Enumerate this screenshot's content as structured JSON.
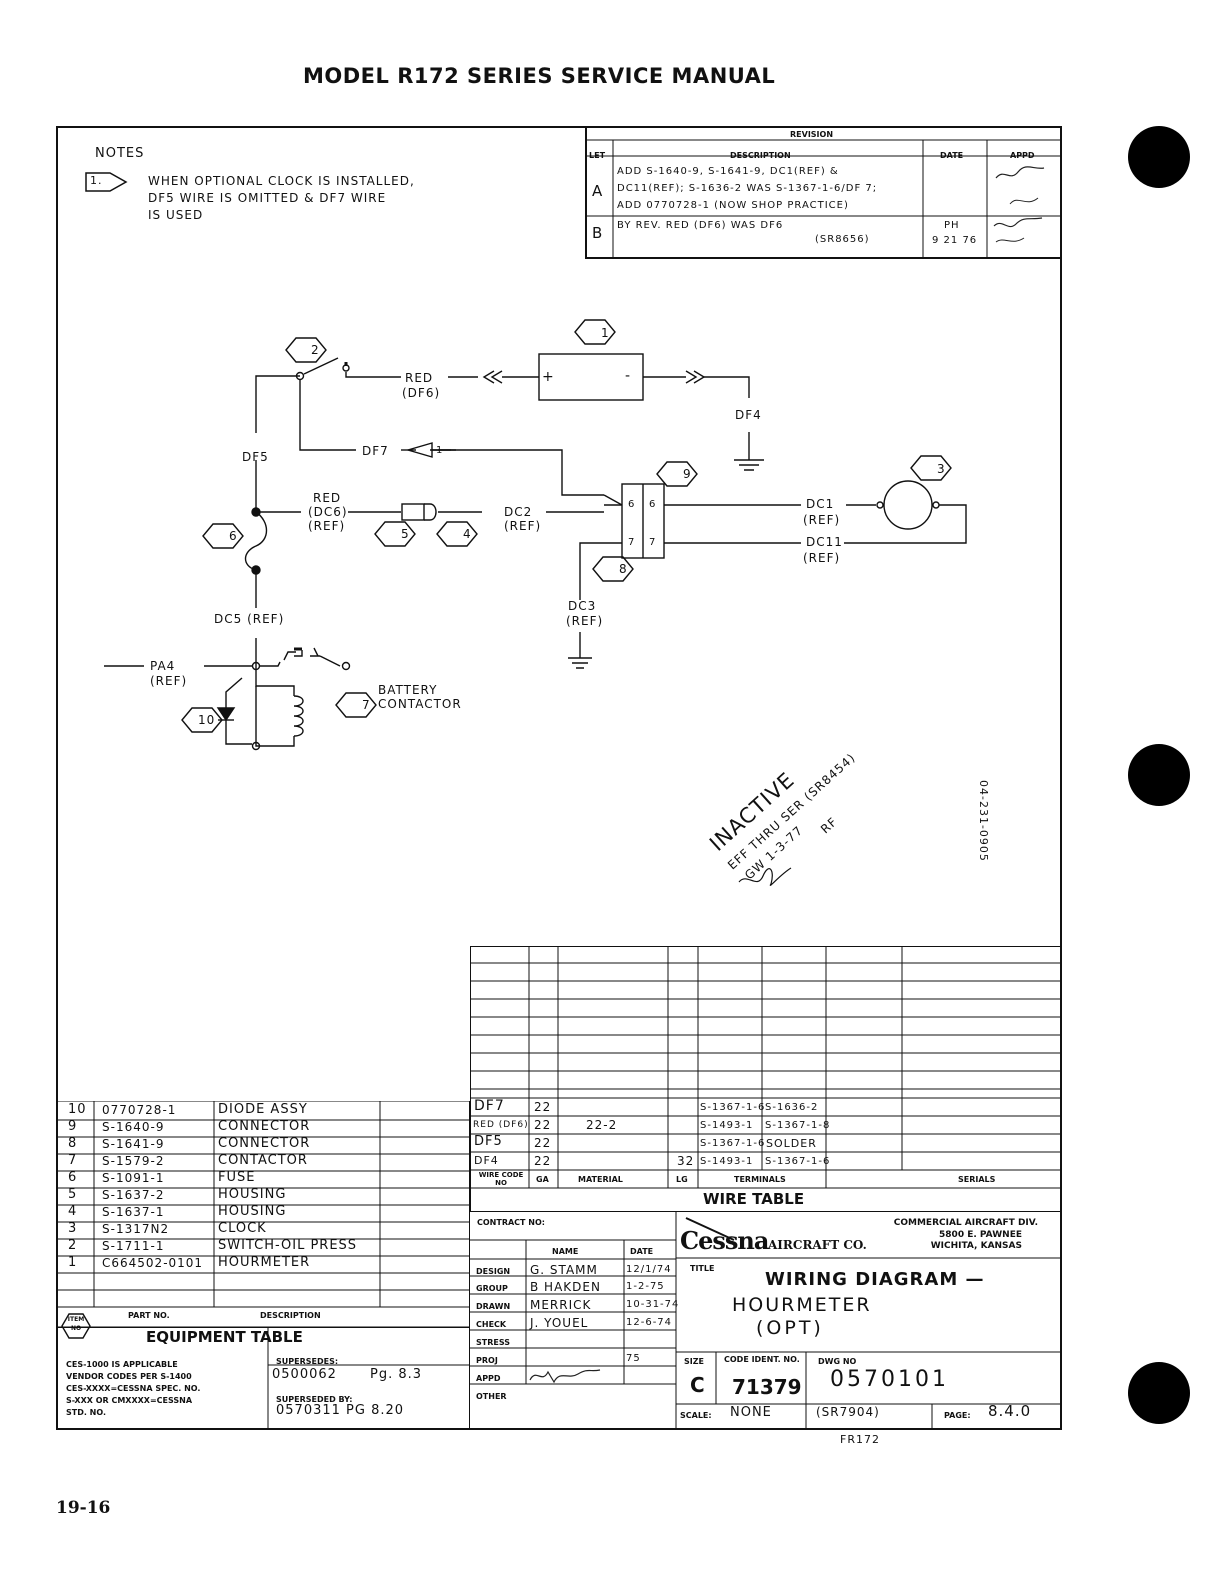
{
  "header": {
    "title": "MODEL R172 SERIES SERVICE MANUAL"
  },
  "notes": {
    "title": "NOTES",
    "note_number": "1.",
    "note_lines": [
      "WHEN OPTIONAL CLOCK IS INSTALLED,",
      "DF5 WIRE IS OMITTED & DF7 WIRE",
      "IS USED"
    ]
  },
  "revision": {
    "title": "REVISION",
    "headers": [
      "LET",
      "DESCRIPTION",
      "DATE",
      "APPD"
    ],
    "rows": [
      {
        "let": "A",
        "lines": [
          "ADD S-1640-9, S-1641-9, DC1(REF) &",
          "DC11(REF); S-1636-2 WAS S-1367-1-6/DF 7;",
          "ADD 0770728-1      (NOW SHOP PRACTICE)"
        ],
        "date": [
          "",
          ""
        ],
        "appd": [
          "",
          ""
        ]
      },
      {
        "let": "B",
        "lines": [
          "BY REV. RED (DF6) WAS DF6",
          "(SR8656)"
        ],
        "date": [
          "PH",
          "9 21 76"
        ],
        "appd": [
          "",
          ""
        ]
      }
    ]
  },
  "diagram": {
    "items": [
      "1",
      "2",
      "3",
      "4",
      "5",
      "6",
      "7",
      "8",
      "9",
      "10"
    ],
    "labels": {
      "red_df6": "RED",
      "red_df6_sub": "(DF6)",
      "df4": "DF4",
      "df5": "DF5",
      "df7": "DF7",
      "df7_note": "1",
      "red_dc6": "RED",
      "red_dc6_sub": "(DC6)",
      "red_dc6_ref": "(REF)",
      "dc2": "DC2",
      "dc2_ref": "(REF)",
      "dc1": "DC1",
      "dc1_ref": "(REF)",
      "dc11": "DC11",
      "dc11_ref": "(REF)",
      "dc3": "DC3",
      "dc3_ref": "(REF)",
      "dc5": "DC5 (REF)",
      "pa4": "PA4",
      "pa4_ref": "(REF)",
      "battery_1": "BATTERY",
      "battery_2": "CONTACTOR",
      "plug_top": "6",
      "plug_bottom": "7",
      "plus": "+",
      "minus": "-"
    },
    "side_code": "04-231-0905",
    "stamp": {
      "line1": "INACTIVE",
      "line2": "EFF THRU SER (SR8454)",
      "line3": "GW 1-3-77",
      "line4": "RF"
    }
  },
  "wire_table": {
    "title": "WIRE TABLE",
    "headers": [
      "WIRE CODE NO",
      "GA",
      "MATERIAL",
      "LG",
      "TERMINALS",
      "SERIALS"
    ],
    "rows": [
      {
        "code": "DF7",
        "ga": "22",
        "material": "",
        "lg": "",
        "term1": "S-1367-1-6",
        "term2": "S-1636-2"
      },
      {
        "code": "RED (DF6)",
        "ga": "22",
        "material": "22-2",
        "lg": "",
        "term1": "S-1493-1",
        "term2": "S-1367-1-8"
      },
      {
        "code": "DF5",
        "ga": "22",
        "material": "",
        "lg": "",
        "term1": "S-1367-1-6",
        "term2": "SOLDER"
      },
      {
        "code": "DF4",
        "ga": "22",
        "material": "",
        "lg": "32",
        "term1": "S-1493-1",
        "term2": "S-1367-1-6"
      }
    ]
  },
  "equipment_table": {
    "title": "EQUIPMENT TABLE",
    "headers": [
      "PART NO.",
      "DESCRIPTION"
    ],
    "rows": [
      {
        "item": "10",
        "part": "0770728-1",
        "desc": "DIODE ASSY"
      },
      {
        "item": "9",
        "part": "S-1640-9",
        "desc": "CONNECTOR"
      },
      {
        "item": "8",
        "part": "S-1641-9",
        "desc": "CONNECTOR"
      },
      {
        "item": "7",
        "part": "S-1579-2",
        "desc": "CONTACTOR"
      },
      {
        "item": "6",
        "part": "S-1091-1",
        "desc": "FUSE"
      },
      {
        "item": "5",
        "part": "S-1637-2",
        "desc": "HOUSING"
      },
      {
        "item": "4",
        "part": "S-1637-1",
        "desc": "HOUSING"
      },
      {
        "item": "3",
        "part": "S-1317N2",
        "desc": "CLOCK"
      },
      {
        "item": "2",
        "part": "S-1711-1",
        "desc": "SWITCH-OIL PRESS"
      },
      {
        "item": "1",
        "part": "C664502-0101",
        "desc": "HOURMETER"
      }
    ],
    "item_no_label": "ITEM NO"
  },
  "title_block": {
    "contract_label": "CONTRACT NO:",
    "name_label": "NAME",
    "date_label": "DATE",
    "signoffs": [
      {
        "role": "DESIGN",
        "name": "G. STAMM",
        "date": "12/1/74"
      },
      {
        "role": "GROUP",
        "name": "B HAKDEN",
        "date": "1-2-75"
      },
      {
        "role": "DRAWN",
        "name": "MERRICK",
        "date": "10-31-74"
      },
      {
        "role": "CHECK",
        "name": "J. YOUEL",
        "date": "12-6-74"
      },
      {
        "role": "STRESS",
        "name": "",
        "date": ""
      },
      {
        "role": "PROJ",
        "name": "",
        "date": "75"
      },
      {
        "role": "APPD",
        "name": "",
        "date": ""
      },
      {
        "role": "OTHER",
        "name": "",
        "date": ""
      }
    ],
    "company_logo": "Cessna",
    "company_suffix": "AIRCRAFT CO.",
    "division": [
      "COMMERCIAL AIRCRAFT DIV.",
      "5800 E. PAWNEE",
      "WICHITA, KANSAS"
    ],
    "title_label": "TITLE",
    "title_lines": [
      "WIRING DIAGRAM —",
      "HOURMETER",
      "(OPT)"
    ],
    "size_label": "SIZE",
    "size": "C",
    "code_ident_label": "CODE IDENT. NO.",
    "code_ident": "71379",
    "dwg_no_label": "DWG NO",
    "dwg_no": "0570101",
    "scale_label": "SCALE:",
    "scale": "NONE",
    "serial_ref": "(SR7904)",
    "page_label": "PAGE:",
    "page": "8.4.0"
  },
  "supersede": {
    "applic_lines": [
      "CES-1000 IS APPLICABLE",
      "VENDOR CODES PER S-1400",
      "CES-XXXX=CESSNA SPEC. NO.",
      "S-XXX OR CMXXXX=CESSNA",
      "STD. NO."
    ],
    "supersedes_label": "SUPERSEDES:",
    "supersedes": "0500062",
    "supersedes_pg": "Pg. 8.3",
    "superseded_by_label": "SUPERSEDED BY:",
    "superseded_by": "0570311 PG 8.20"
  },
  "below_frame": "FR172",
  "footer": {
    "page_number": "19-16"
  }
}
